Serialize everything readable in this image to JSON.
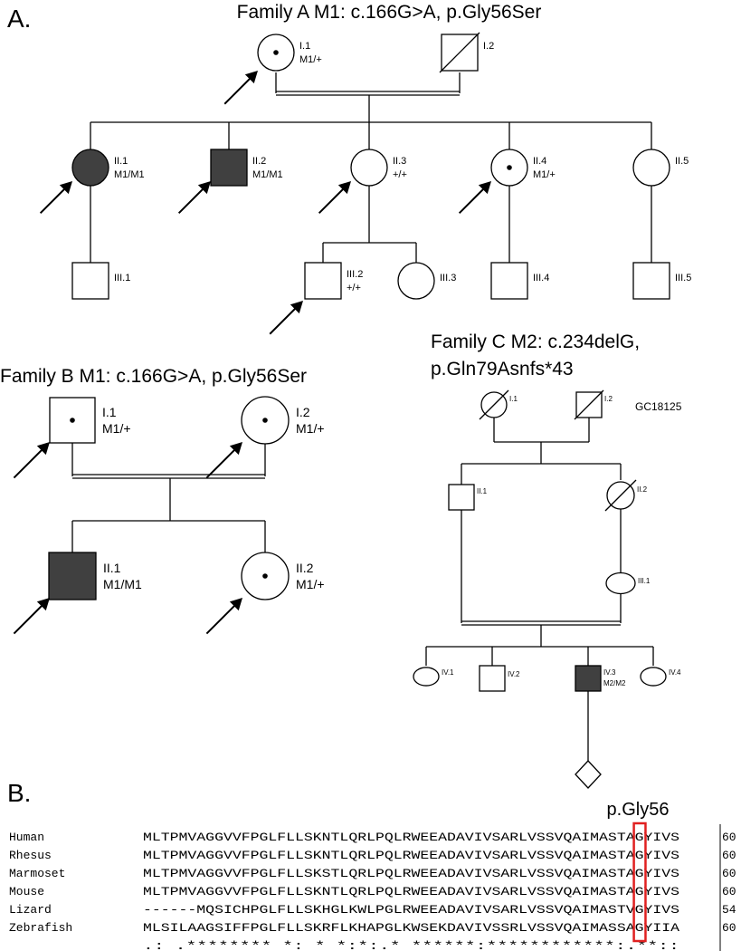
{
  "panel_labels": {
    "a": "A.",
    "b": "B."
  },
  "colors": {
    "affected": "#404040",
    "line": "#000000",
    "highlight": "#e02020"
  },
  "family_a": {
    "title": "Family A M1: c.166G>A, p.Gly56Ser",
    "members": {
      "I1": {
        "id": "I.1",
        "genotype": "M1/+"
      },
      "I2": {
        "id": "I.2",
        "genotype": ""
      },
      "II1": {
        "id": "II.1",
        "genotype": "M1/M1"
      },
      "II2": {
        "id": "II.2",
        "genotype": "M1/M1"
      },
      "II3": {
        "id": "II.3",
        "genotype": "+/+"
      },
      "II4": {
        "id": "II.4",
        "genotype": "M1/+"
      },
      "II5": {
        "id": "II.5",
        "genotype": ""
      },
      "III1": {
        "id": "III.1",
        "genotype": ""
      },
      "III2": {
        "id": "III.2",
        "genotype": "+/+"
      },
      "III3": {
        "id": "III.3",
        "genotype": ""
      },
      "III4": {
        "id": "III.4",
        "genotype": ""
      },
      "III5": {
        "id": "III.5",
        "genotype": ""
      }
    }
  },
  "family_b": {
    "title": "Family B M1: c.166G>A, p.Gly56Ser",
    "members": {
      "I1": {
        "id": "I.1",
        "genotype": "M1/+"
      },
      "I2": {
        "id": "I.2",
        "genotype": "M1/+"
      },
      "II1": {
        "id": "II.1",
        "genotype": "M1/M1"
      },
      "II2": {
        "id": "II.2",
        "genotype": "M1/+"
      }
    }
  },
  "family_c": {
    "title_line1": "Family C M2: c.234delG,",
    "title_line2": "p.Gln79Asnfs*43",
    "sample_id": "GC18125",
    "members": {
      "I1": {
        "id": "I.1",
        "genotype": ""
      },
      "I2": {
        "id": "I.2",
        "genotype": ""
      },
      "II1": {
        "id": "II.1",
        "genotype": ""
      },
      "II2": {
        "id": "II.2",
        "genotype": ""
      },
      "III1": {
        "id": "III.1",
        "genotype": ""
      },
      "IV1": {
        "id": "IV.1",
        "genotype": ""
      },
      "IV2": {
        "id": "IV.2",
        "genotype": ""
      },
      "IV3": {
        "id": "IV.3",
        "genotype": "M2/M2"
      },
      "IV4": {
        "id": "IV.4",
        "genotype": ""
      }
    }
  },
  "alignment": {
    "highlight_label": "p.Gly56",
    "rows": [
      {
        "species": "Human",
        "sequence": "MLTPMVAGGVVFPGLFLLSKNTLQRLPQLRWEEADAVIVSARLVSSVQAIMASTAGYIVS",
        "end": "60"
      },
      {
        "species": "Rhesus",
        "sequence": "MLTPMVAGGVVFPGLFLLSKNTLQRLPQLRWEEADAVIVSARLVSSVQAIMASTAGYIVS",
        "end": "60"
      },
      {
        "species": "Marmoset",
        "sequence": "MLTPMVAGGVVFPGLFLLSKSTLQRLPQLRWEEADAVIVSARLVSSVQAIMASTAGYIVS",
        "end": "60"
      },
      {
        "species": "Mouse",
        "sequence": "MLTPMVAGGVVFPGLFLLSKNTLQRLPQLRWEEADAVIVSARLVSSVQAIMASTAGYIVS",
        "end": "60"
      },
      {
        "species": "Lizard",
        "sequence": "------MQSICHPGLFLLSKHGLKWLPGLRWEEADAVIVSARLVSSVQAIMASTVGYIVS",
        "end": "54"
      },
      {
        "species": "Zebrafish",
        "sequence": "MLSILAAGSIFFPGLFLLSKRFLKHAPGLKWSEKDAVIVSSRLVSSVQAIMASSAGYIIA",
        "end": "60"
      }
    ],
    "conservation": "      .: .********  *:  * *:*:.* ******:************:.**:: "
  }
}
